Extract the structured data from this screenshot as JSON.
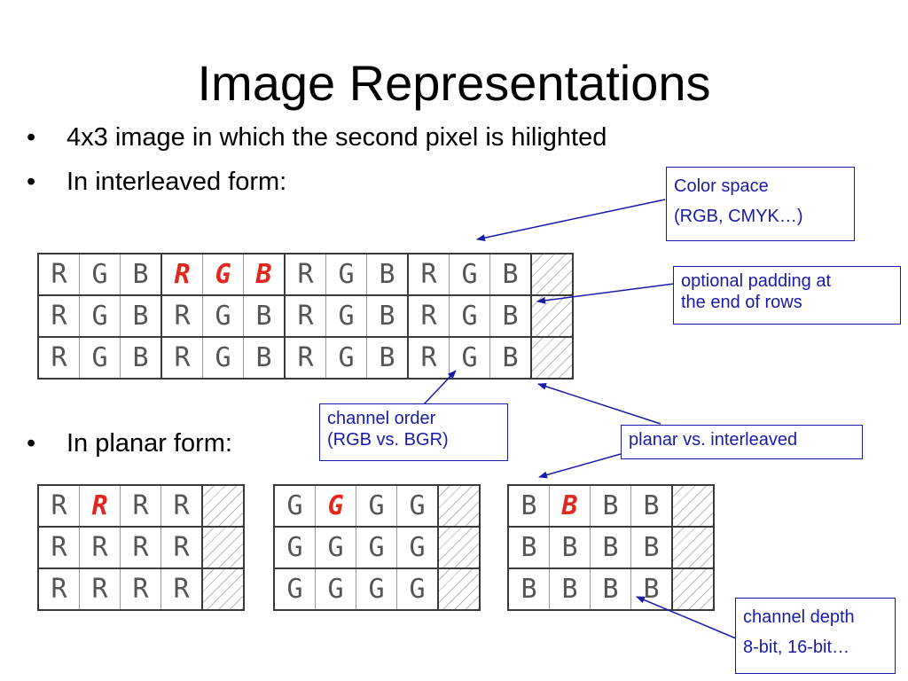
{
  "slide": {
    "title": "Image Representations",
    "bullets": {
      "b1": "4x3 image in which the second pixel is hilighted",
      "b2": "In interleaved form:",
      "b3": "In planar form:"
    },
    "bullet_symbol": "•",
    "interleaved": {
      "rows": [
        [
          "R",
          "G",
          "B",
          "R",
          "G",
          "B",
          "R",
          "G",
          "B",
          "R",
          "G",
          "B"
        ],
        [
          "R",
          "G",
          "B",
          "R",
          "G",
          "B",
          "R",
          "G",
          "B",
          "R",
          "G",
          "B"
        ],
        [
          "R",
          "G",
          "B",
          "R",
          "G",
          "B",
          "R",
          "G",
          "B",
          "R",
          "G",
          "B"
        ]
      ],
      "highlighted_pixel_index": 1
    },
    "planar": [
      {
        "channel": "R",
        "rows": [
          [
            "R",
            "R",
            "R",
            "R"
          ],
          [
            "R",
            "R",
            "R",
            "R"
          ],
          [
            "R",
            "R",
            "R",
            "R"
          ]
        ]
      },
      {
        "channel": "G",
        "rows": [
          [
            "G",
            "G",
            "G",
            "G"
          ],
          [
            "G",
            "G",
            "G",
            "G"
          ],
          [
            "G",
            "G",
            "G",
            "G"
          ]
        ]
      },
      {
        "channel": "B",
        "rows": [
          [
            "B",
            "B",
            "B",
            "B"
          ],
          [
            "B",
            "B",
            "B",
            "B"
          ],
          [
            "B",
            "B",
            "B",
            "B"
          ]
        ]
      }
    ],
    "callouts": {
      "color_space": [
        "Color space",
        "(RGB, CMYK…)"
      ],
      "padding": [
        "optional padding at",
        "the end of rows"
      ],
      "channel_order": [
        "channel order",
        "(RGB vs. BGR)"
      ],
      "planar_vs": [
        "planar vs. interleaved"
      ],
      "channel_depth": [
        "channel depth",
        "8-bit, 16-bit…"
      ]
    },
    "colors": {
      "highlight": "#e0281e",
      "callout": "#1a1aaa",
      "grid_text": "#555555"
    }
  }
}
